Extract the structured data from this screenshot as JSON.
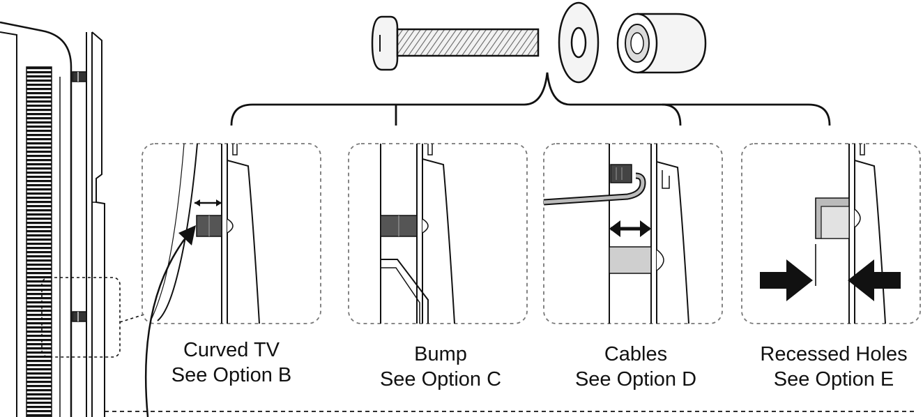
{
  "options": [
    {
      "title": "Curved TV",
      "ref": "See Option B"
    },
    {
      "title": "Bump",
      "ref": "See Option C"
    },
    {
      "title": "Cables",
      "ref": "See Option D"
    },
    {
      "title": "Recessed Holes",
      "ref": "See Option E"
    }
  ],
  "colors": {
    "ink": "#111111",
    "panel_border": "#777777",
    "hardware_fill": "#e6e6e6",
    "spacer_dark": "#555555",
    "spacer_light": "#cccccc"
  }
}
